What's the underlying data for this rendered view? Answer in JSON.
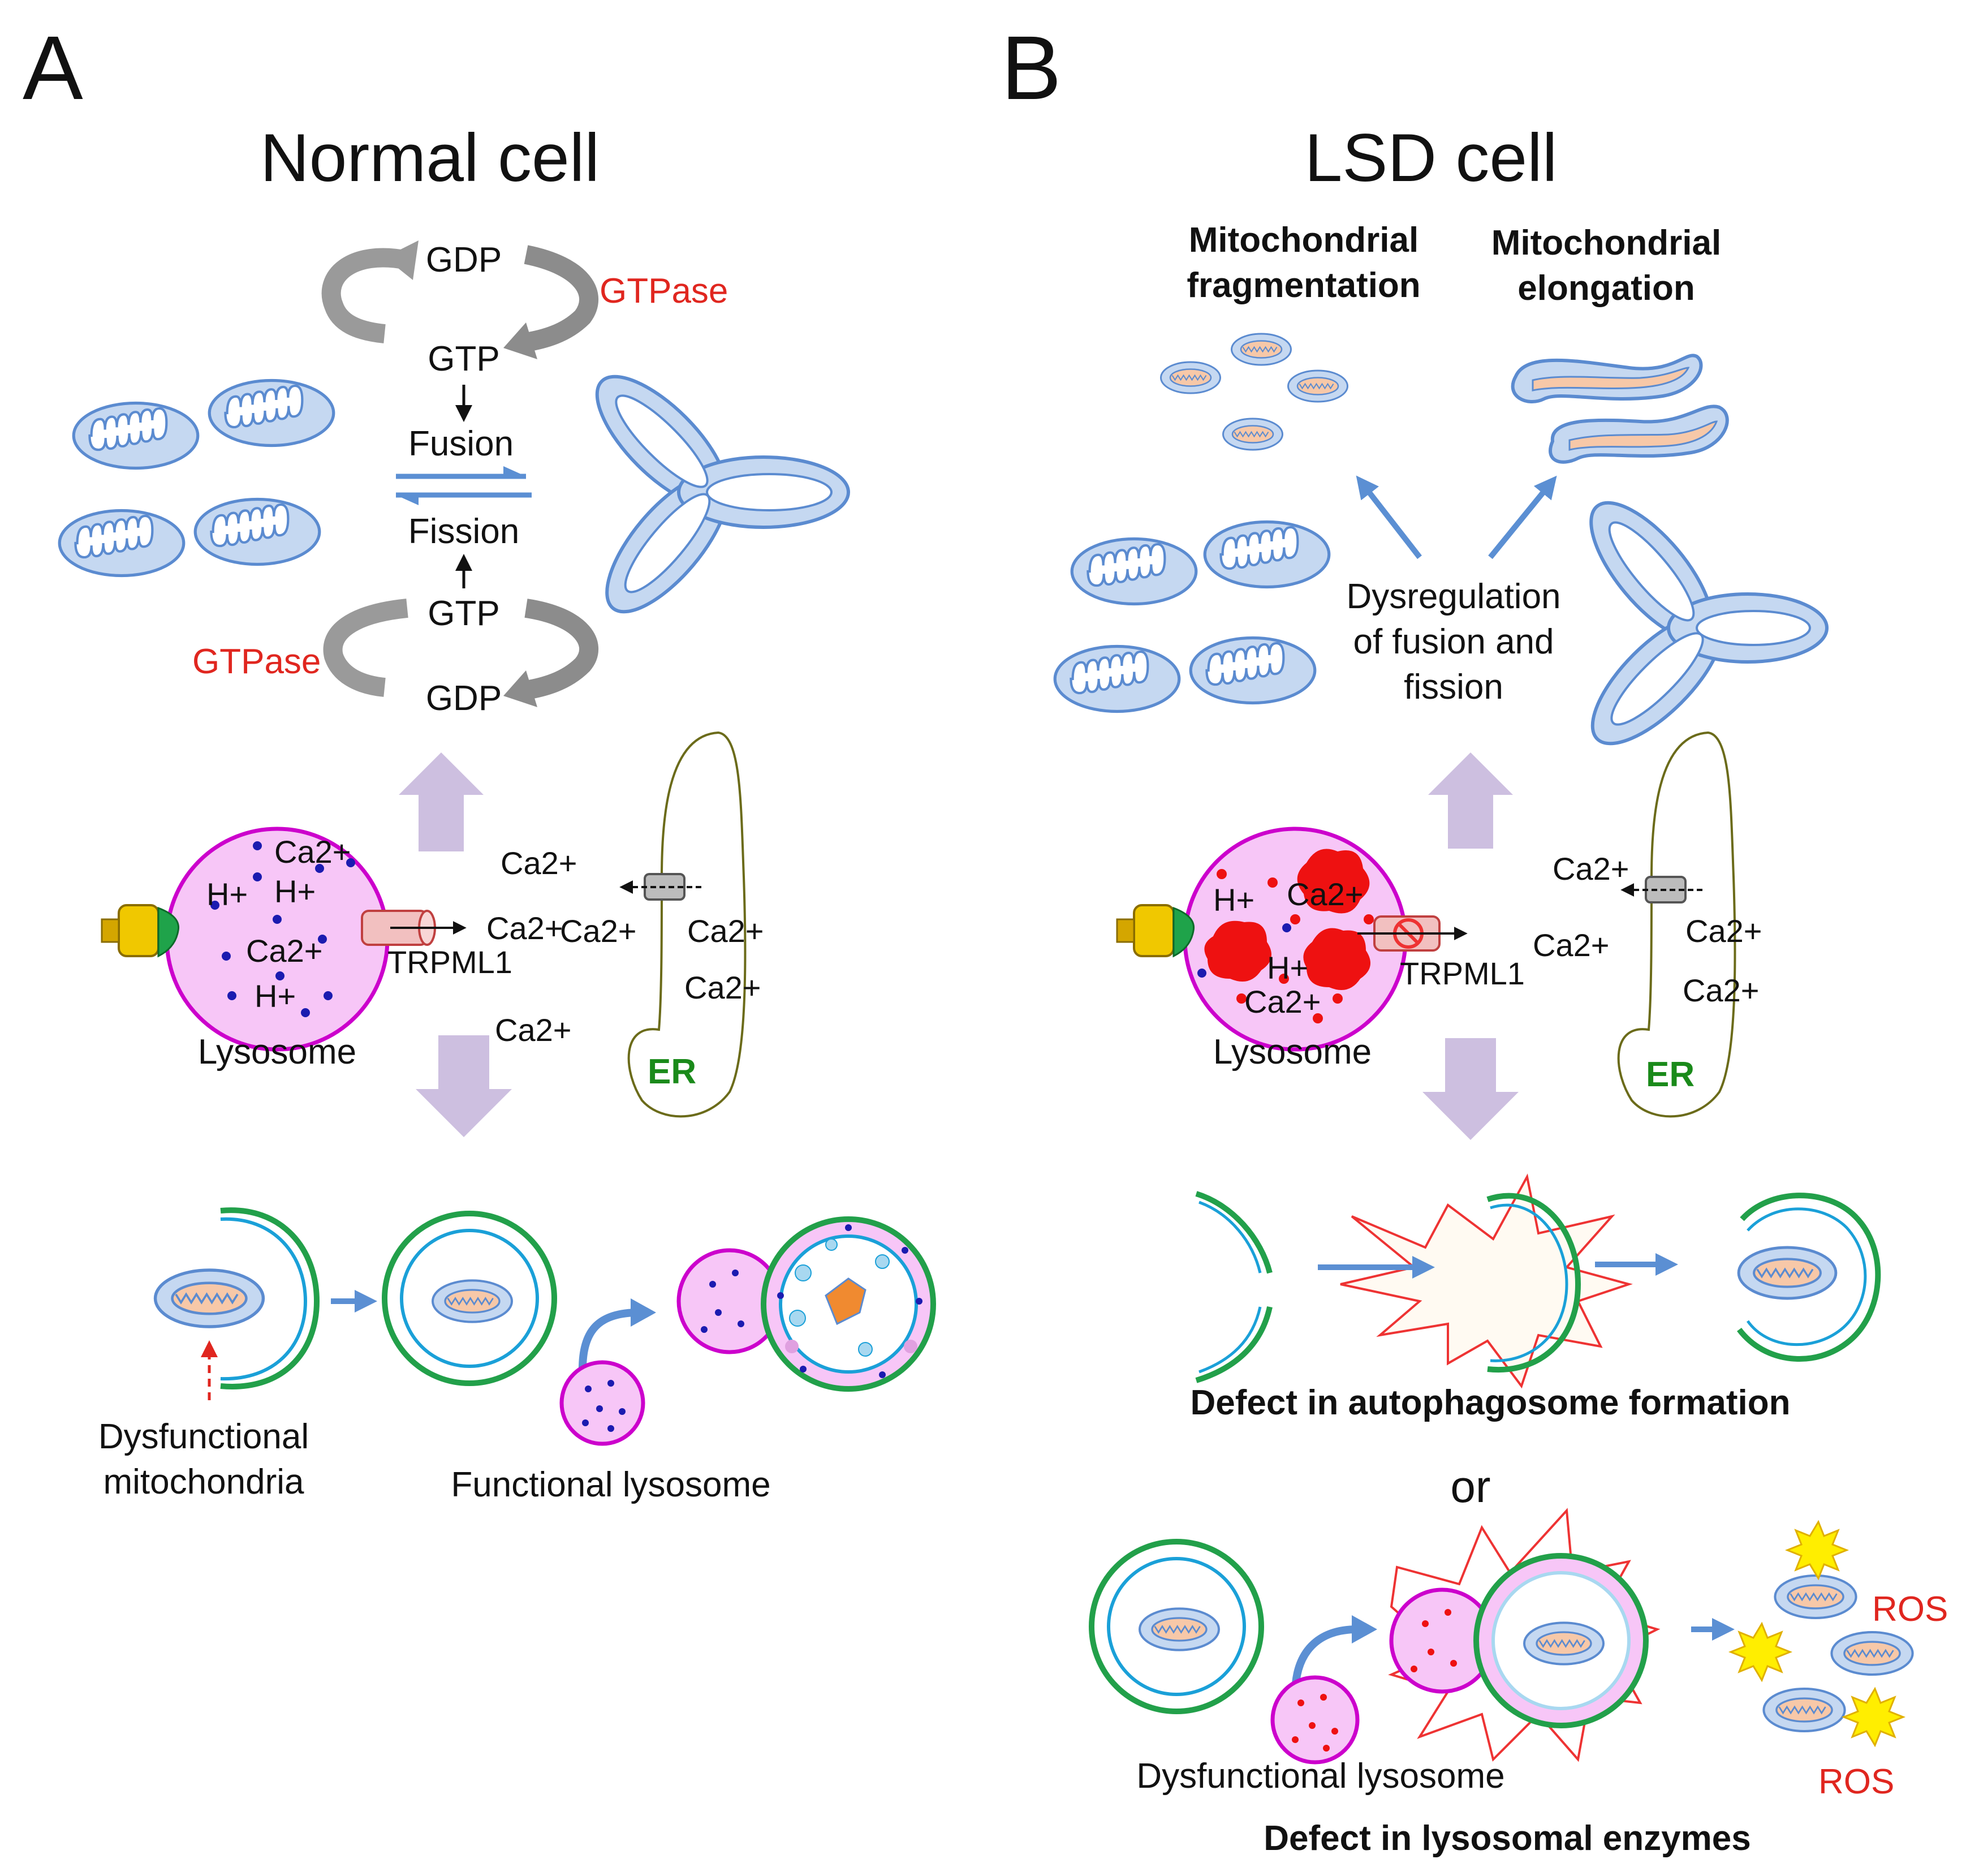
{
  "colors": {
    "mito_fill": "#c5d8f1",
    "mito_stroke": "#5b8bd0",
    "mito_matrix": "#f7c8a8",
    "arrow_blue": "#5b8fd3",
    "gtpase_red": "#e0261f",
    "lysosome_fill": "#f7c6f7",
    "lysosome_stroke": "#cc00cc",
    "er_green": "#1a8a1a",
    "phagophore_green": "#22a04a",
    "phagophore_blue": "#1aa0d8",
    "big_arrow": "#cdbfe0",
    "ros_yellow": "#ffee00"
  },
  "panel_a": {
    "letter": "A",
    "title": "Normal cell",
    "gdp_top": "GDP",
    "gtp_top": "GTP",
    "gtpase_top": "GTPase",
    "fusion": "Fusion",
    "fission": "Fission",
    "gtp_bottom": "GTP",
    "gdp_bottom": "GDP",
    "gtpase_bottom": "GTPase",
    "ca_labels": [
      "Ca2+",
      "Ca2+",
      "Ca2+",
      "Ca2+",
      "Ca2+",
      "Ca2+",
      "Ca2+",
      "Ca2+"
    ],
    "h_labels": [
      "H+",
      "H+",
      "H+"
    ],
    "trpml1": "TRPML1",
    "lysosome": "Lysosome",
    "er": "ER",
    "dysfunctional_line1": "Dysfunctional",
    "dysfunctional_line2": "mitochondria",
    "functional_lysosome": "Functional lysosome"
  },
  "panel_b": {
    "letter": "B",
    "title": "LSD cell",
    "frag_line1": "Mitochondrial",
    "frag_line2": "fragmentation",
    "elong_line1": "Mitochondrial",
    "elong_line2": "elongation",
    "dysreg_line1": "Dysregulation",
    "dysreg_line2": "of fusion and",
    "dysreg_line3": "fission",
    "ca_labels": [
      "Ca2+",
      "Ca2+",
      "Ca2+",
      "Ca2+",
      "Ca2+",
      "Ca2+"
    ],
    "h_labels": [
      "H+",
      "H+"
    ],
    "trpml1": "TRPML1",
    "lysosome": "Lysosome",
    "er": "ER",
    "defect_autophagosome": "Defect in autophagosome formation",
    "or": "or",
    "dysfunctional_lysosome": "Dysfunctional lysosome",
    "ros_1": "ROS",
    "ros_2": "ROS",
    "defect_enzymes": "Defect in lysosomal enzymes"
  }
}
